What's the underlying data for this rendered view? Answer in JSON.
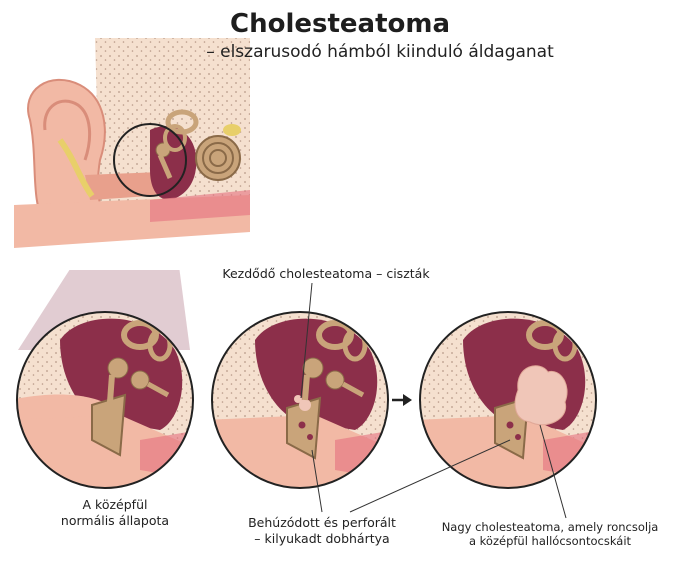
{
  "title": "Cholesteatoma",
  "subtitle": "– elszarusodó hámból kiinduló áldaganat",
  "labels": {
    "cyst": "Kezdődő cholesteatoma – ciszták",
    "normal_line1": "A középfül",
    "normal_line2": "normális állapota",
    "drum_line1": "Behúzódott és perforált",
    "drum_line2": "– kilyukadt dobhártya",
    "large_line1": "Nagy cholesteatoma, amely roncsolja",
    "large_line2": "a középfül hallócsontocskáit"
  },
  "panels": [
    "normal-middle-ear",
    "early-cholesteatoma",
    "large-cholesteatoma"
  ],
  "icons": [
    "arrow-right-icon"
  ],
  "colors": {
    "skin": "#f2b9a5",
    "skin_dark": "#d98d7a",
    "bone": "#f5e0cf",
    "bone_dots": "#b89a88",
    "cavity": "#8c2f4a",
    "ossicle": "#c9a47a",
    "ossicle_dark": "#8a6a48",
    "cyst": "#f0c6b8",
    "zoom": "#c9a3ad"
  }
}
